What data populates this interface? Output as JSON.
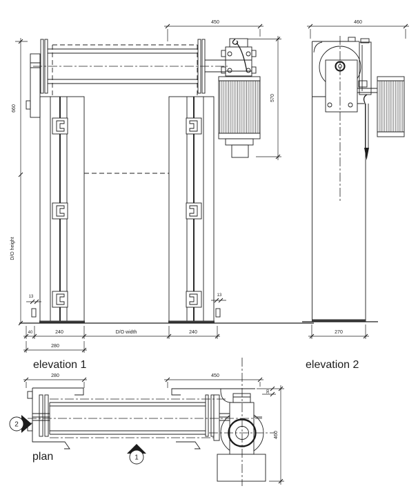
{
  "drawing_type": "roller-shutter technical drawing",
  "views": {
    "elevation1": {
      "label": "elevation 1"
    },
    "elevation2": {
      "label": "elevation 2"
    },
    "plan": {
      "label": "plan"
    }
  },
  "dims": {
    "e1_top_width": "450",
    "e1_motor_height": "570",
    "e1_headroom": "660",
    "e1_do_height": "D/O height",
    "e1_offset": "40",
    "e1_guide_left": "240",
    "e1_do_width": "D/O width",
    "e1_guide_right": "240",
    "e1_total": "280",
    "e1_tab_left": "13",
    "e1_tab_right": "13",
    "e2_top_width": "460",
    "e2_base_width": "270",
    "plan_bracket_width": "280",
    "plan_motor_span": "450",
    "plan_depth": "460",
    "plan_edge_gap": "30"
  },
  "markers": {
    "section1": "1",
    "section2": "2"
  },
  "colors": {
    "line": "#1c1c1c",
    "ground": "#3a3a3a",
    "background": "#ffffff"
  }
}
